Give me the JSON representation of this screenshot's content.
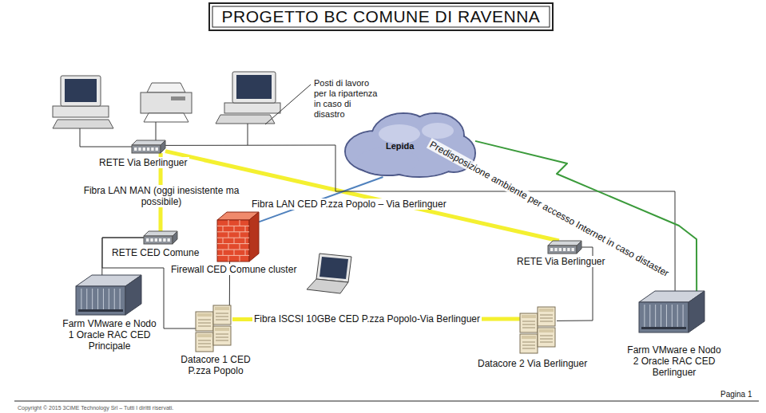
{
  "diagram": {
    "title": "PROGETTO BC COMUNE DI RAVENNA",
    "nodes": [
      {
        "text": [
          "Lepida"
        ]
      },
      {
        "text": [
          "RETE Via Berlinguer"
        ]
      },
      {
        "text": [
          "RETE CED Comune"
        ]
      },
      {
        "text": [
          "Firewall CED Comune cluster"
        ]
      },
      {
        "text": [
          "RETE Via Berlinguer"
        ]
      },
      {
        "text": [
          "Farm VMware e Nodo 1 Oracle RAC CED Principale"
        ]
      },
      {
        "text": [
          "Datacore 1 CED P.zza Popolo"
        ]
      },
      {
        "text": [
          "Datacore 2 Via Berlinguer"
        ]
      },
      {
        "text": [
          "Farm VMware e Nodo 2 Oracle RAC CED Berlinguer"
        ]
      }
    ],
    "edges": [
      {
        "from": 1,
        "to": 2,
        "arrow": "none",
        "label": "Fibra LAN MAN (oggi inesistente ma possibile)"
      },
      {
        "from": 1,
        "to": 4,
        "arrow": "none",
        "label": "Fibra LAN CED P.zza Popolo – Via Berlinguer"
      },
      {
        "from": 6,
        "to": 7,
        "arrow": "none",
        "label": "Fibra ISCSI 10GBe CED P.zza Popolo-Via Berlinguer"
      },
      {
        "from": 2,
        "to": 5,
        "arrow": "none"
      },
      {
        "from": 2,
        "to": 6,
        "arrow": "none"
      },
      {
        "from": 3,
        "to": 6,
        "arrow": "none"
      },
      {
        "from": 3,
        "to": 0,
        "arrow": "none"
      },
      {
        "from": 4,
        "to": 7,
        "arrow": "none"
      },
      {
        "from": 1,
        "to": 8,
        "arrow": "none"
      },
      {
        "from": 0,
        "to": 8,
        "arrow": "none",
        "label": "Predisposizione ambiente per accesso Internet in caso distaster"
      }
    ],
    "labels": [
      "Posti di lavoro per la ripartenza in caso di disastro",
      "Copyright © 2015 3CiME Technology Srl – Tutti I diritti riservati.",
      "Pagina 1"
    ]
  }
}
